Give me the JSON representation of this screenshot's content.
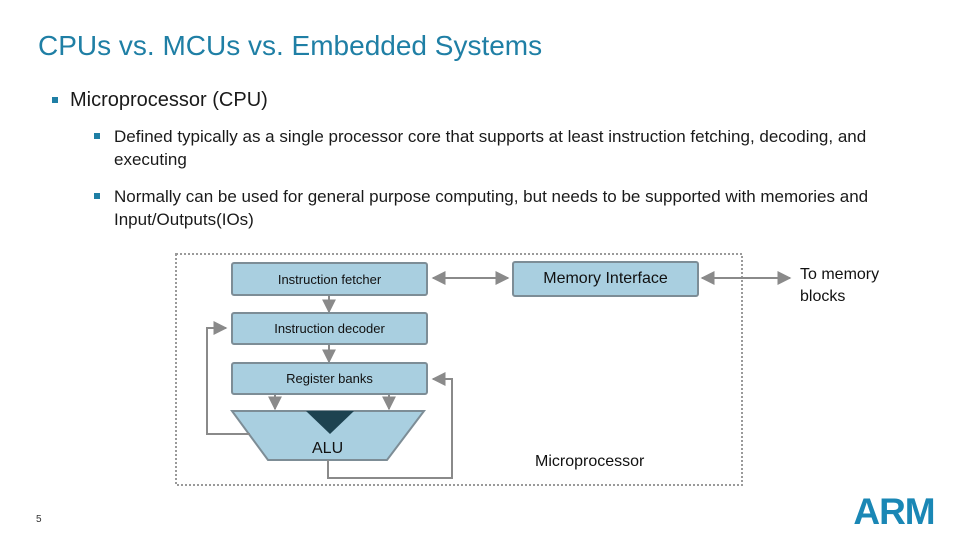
{
  "slide": {
    "title": "CPUs vs. MCUs vs. Embedded Systems",
    "bullets": {
      "main": "Microprocessor (CPU)",
      "sub1": "Defined typically as a single processor core that supports at least instruction fetching, decoding, and executing",
      "sub2": "Normally can be used for general purpose computing, but needs to be supported with memories and Input/Outputs(IOs)"
    },
    "page_number": "5"
  },
  "diagram": {
    "instruction_fetcher": "Instruction fetcher",
    "instruction_decoder": "Instruction decoder",
    "register_banks": "Register banks",
    "alu": "ALU",
    "memory_interface": "Memory Interface",
    "microprocessor": "Microprocessor",
    "external_line1": "To memory",
    "external_line2": "blocks"
  },
  "branding": {
    "logo_text": "ARM",
    "accent_color": "#1f7fa5",
    "box_fill": "#a9cfe0",
    "logo_color": "#1a87b5"
  },
  "icons": {
    "bullet": "square-bullet-icon",
    "logo": "arm-logo"
  }
}
